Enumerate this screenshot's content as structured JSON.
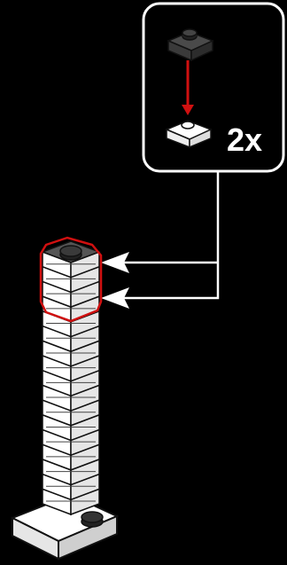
{
  "instruction_step": {
    "callout_quantity": "2x",
    "added_part": "dark-1x1-plate",
    "base_part": "white-1x1-plate",
    "colors": {
      "background": "#000000",
      "callout_border": "#ffffff",
      "highlight_outline": "#d01010",
      "arrow_placement": "#d01010",
      "arrow_pointer": "#ffffff",
      "brick_white": "#ffffff",
      "brick_shade": "#e6e6e6",
      "brick_dark": "#555555",
      "brick_outline": "#111111"
    }
  }
}
